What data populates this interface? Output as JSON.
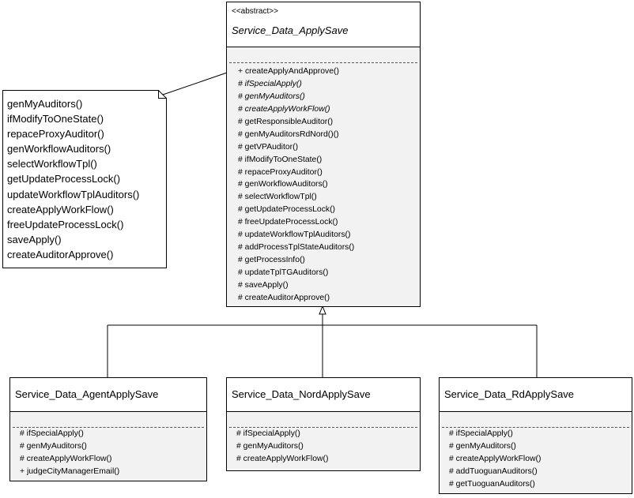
{
  "abstract_class": {
    "stereotype": "<<abstract>>",
    "name": "Service_Data_ApplySave",
    "operations": [
      "+ createApplyAndApprove()",
      "# ifSpecialApply()",
      "# genMyAuditors()",
      "# createApplyWorkFlow()",
      "# getResponsibleAuditor()",
      "# genMyAuditorsRdNord()()",
      "# getVPAuditor()",
      "# ifModifyToOneState()",
      "# repaceProxyAuditor()",
      "# genWorkflowAuditors()",
      "# selectWorkflowTpl()",
      "# getUpdateProcessLock()",
      "# freeUpdateProcessLock()",
      "# updateWorkflowTplAuditors()",
      "# addProcessTplStateAuditors()",
      "# getProcessInfo()",
      "# updateTplTGAuditors()",
      "# saveApply()",
      "# createAuditorApprove()"
    ]
  },
  "note": {
    "lines": [
      "genMyAuditors()",
      "ifModifyToOneState()",
      "repaceProxyAuditor()",
      "genWorkflowAuditors()",
      "selectWorkflowTpl()",
      "getUpdateProcessLock()",
      "updateWorkflowTplAuditors()",
      "createApplyWorkFlow()",
      "freeUpdateProcessLock()",
      "saveApply()",
      "createAuditorApprove()"
    ]
  },
  "agent_class": {
    "name": "Service_Data_AgentApplySave",
    "operations": [
      "# ifSpecialApply()",
      "# genMyAuditors()",
      "# createApplyWorkFlow()",
      "+ judgeCityManagerEmail()"
    ]
  },
  "nord_class": {
    "name": "Service_Data_NordApplySave",
    "operations": [
      "# ifSpecialApply()",
      "# genMyAuditors()",
      "# createApplyWorkFlow()"
    ]
  },
  "rd_class": {
    "name": "Service_Data_RdApplySave",
    "operations": [
      "# ifSpecialApply()",
      "# genMyAuditors()",
      "# createApplyWorkFlow()",
      "# addTuoguanAuditors()",
      "# getTuoguanAuditors()"
    ]
  },
  "italic_operations": [
    1,
    2,
    3
  ]
}
